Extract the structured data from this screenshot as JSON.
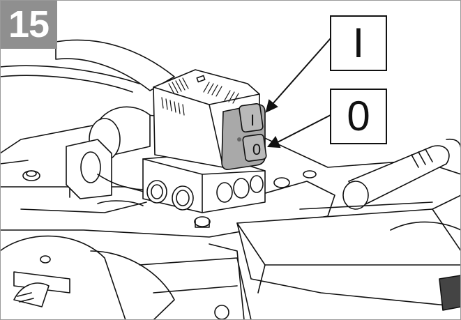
{
  "step_number": "15",
  "callouts": {
    "on_symbol": "I",
    "off_symbol": "0"
  },
  "switch": {
    "on_key_symbol": "I",
    "off_key_symbol": "0",
    "housing_color": "#a9a9a9"
  },
  "colors": {
    "step_badge": "#8f8f8f",
    "line_art": "#111111"
  }
}
